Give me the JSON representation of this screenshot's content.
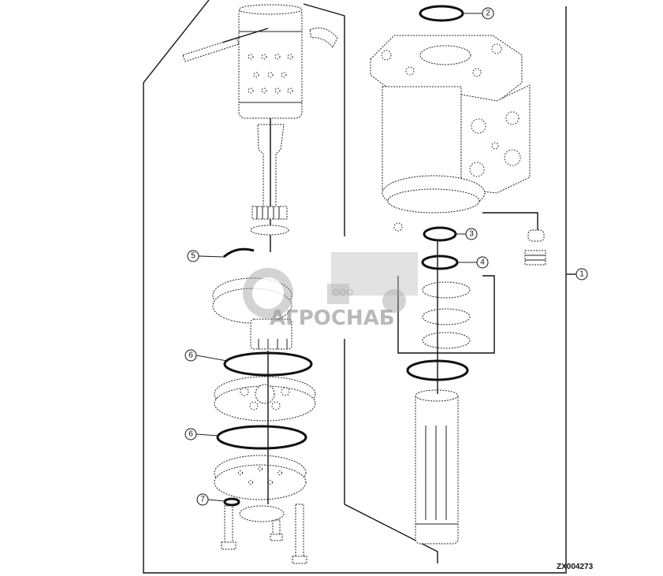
{
  "diagram": {
    "callouts": [
      {
        "id": "c1",
        "label": "1"
      },
      {
        "id": "c2",
        "label": "2"
      },
      {
        "id": "c3",
        "label": "3"
      },
      {
        "id": "c4",
        "label": "4"
      },
      {
        "id": "c5",
        "label": "5"
      },
      {
        "id": "c6a",
        "label": "6"
      },
      {
        "id": "c6b",
        "label": "6"
      },
      {
        "id": "c7",
        "label": "7"
      }
    ],
    "figure_code": "ZX004273"
  },
  "watermark": {
    "company_prefix": "ООО",
    "company_name": "АГРОСНАБ"
  },
  "colors": {
    "line": "#111111",
    "watermark": "#8a8a8a"
  }
}
